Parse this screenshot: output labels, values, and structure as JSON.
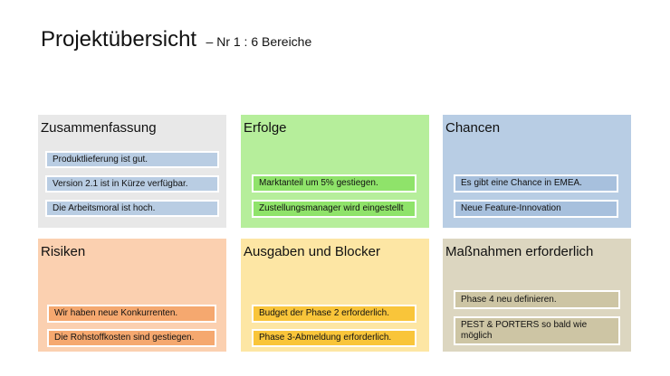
{
  "title": {
    "main": "Projektübersicht",
    "sub": "– Nr 1 : 6 Bereiche"
  },
  "colors": {
    "zusammenfassung_bg": "#e8e8e8",
    "zusammenfassung_item": "#b9cde3",
    "erfolge_bg": "#b6ee9b",
    "erfolge_item": "#8fe36a",
    "chancen_bg": "#b8cde4",
    "chancen_item": "#a7c0dd",
    "risiken_bg": "#fbd0b0",
    "risiken_item": "#f5a86f",
    "ausgaben_bg": "#fde6a4",
    "ausgaben_item": "#f9c53a",
    "massnahmen_bg": "#dcd6c0",
    "massnahmen_item": "#cdc5a4"
  },
  "sections": {
    "zusammenfassung": {
      "title": "Zusammenfassung",
      "items": [
        "Produktlieferung ist gut.",
        "Version 2.1 ist in Kürze verfügbar.",
        "Die Arbeitsmoral ist hoch."
      ]
    },
    "erfolge": {
      "title": "Erfolge",
      "items": [
        "Marktanteil um 5% gestiegen.",
        "Zustellungsmanager wird eingestellt"
      ]
    },
    "chancen": {
      "title": "Chancen",
      "items": [
        "Es gibt eine Chance in EMEA.",
        "Neue Feature-Innovation"
      ]
    },
    "risiken": {
      "title": "Risiken",
      "items": [
        "Wir haben neue Konkurrenten.",
        "Die Rohstoffkosten sind gestiegen."
      ]
    },
    "ausgaben": {
      "title": "Ausgaben und Blocker",
      "items": [
        "Budget der Phase 2 erforderlich.",
        "Phase 3-Abmeldung erforderlich."
      ]
    },
    "massnahmen": {
      "title": "Maßnahmen erforderlich",
      "items": [
        "Phase 4 neu definieren.",
        "PEST & PORTERS so bald wie möglich"
      ]
    }
  }
}
